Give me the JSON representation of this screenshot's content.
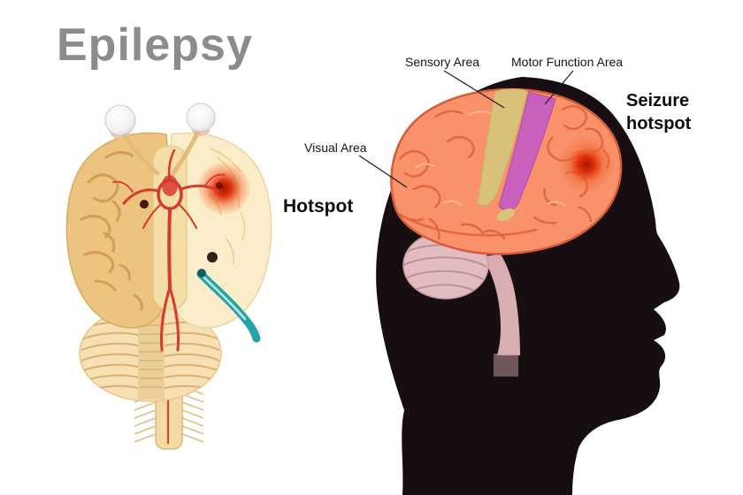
{
  "title": "Epilepsy",
  "left_figure": {
    "hotspot_label": "Hotspot"
  },
  "right_figure": {
    "sensory_area_label": "Sensory Area",
    "motor_area_label": "Motor Function Area",
    "visual_area_label": "Visual Area",
    "seizure_label_line1": "Seizure",
    "seizure_label_line2": "hotspot"
  },
  "colors": {
    "background": "#ffffff",
    "title_gray": "#8c8c8c",
    "label_black": "#111111",
    "silhouette_black": "#160e11",
    "cerebrum_salmon": "#f9916b",
    "gyri_outline": "#dd5f39",
    "sensory_band_yellow": "#d9c47a",
    "motor_band_purple": "#c55fc0",
    "seizure_hotspot_red": "#d92b07",
    "cerebellum_pink": "#e2bcc0",
    "brainstem_pink": "#d8aeb3",
    "inferior_brain_tan": "#ecc47f",
    "inferior_brain_cream": "#fcedca",
    "artery_red": "#d7392b",
    "catheter_teal": "#27a3a8"
  }
}
